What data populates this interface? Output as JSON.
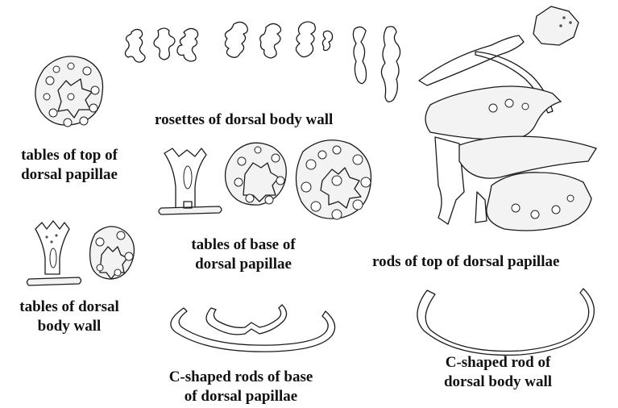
{
  "labels": {
    "rosettes": "rosettes of dorsal body wall",
    "tables_top_line1": "tables of top of",
    "tables_top_line2": "dorsal papillae",
    "tables_base_line1": "tables of base of",
    "tables_base_line2": "dorsal papillae",
    "tables_wall_line1": "tables of dorsal",
    "tables_wall_line2": "body wall",
    "rods_top": "rods of top of dorsal papillae",
    "crods_base_line1": "C-shaped rods of base",
    "crods_base_line2": "of dorsal papillae",
    "crod_wall_line1": "C-shaped rod of",
    "crod_wall_line2": "dorsal body wall"
  }
}
